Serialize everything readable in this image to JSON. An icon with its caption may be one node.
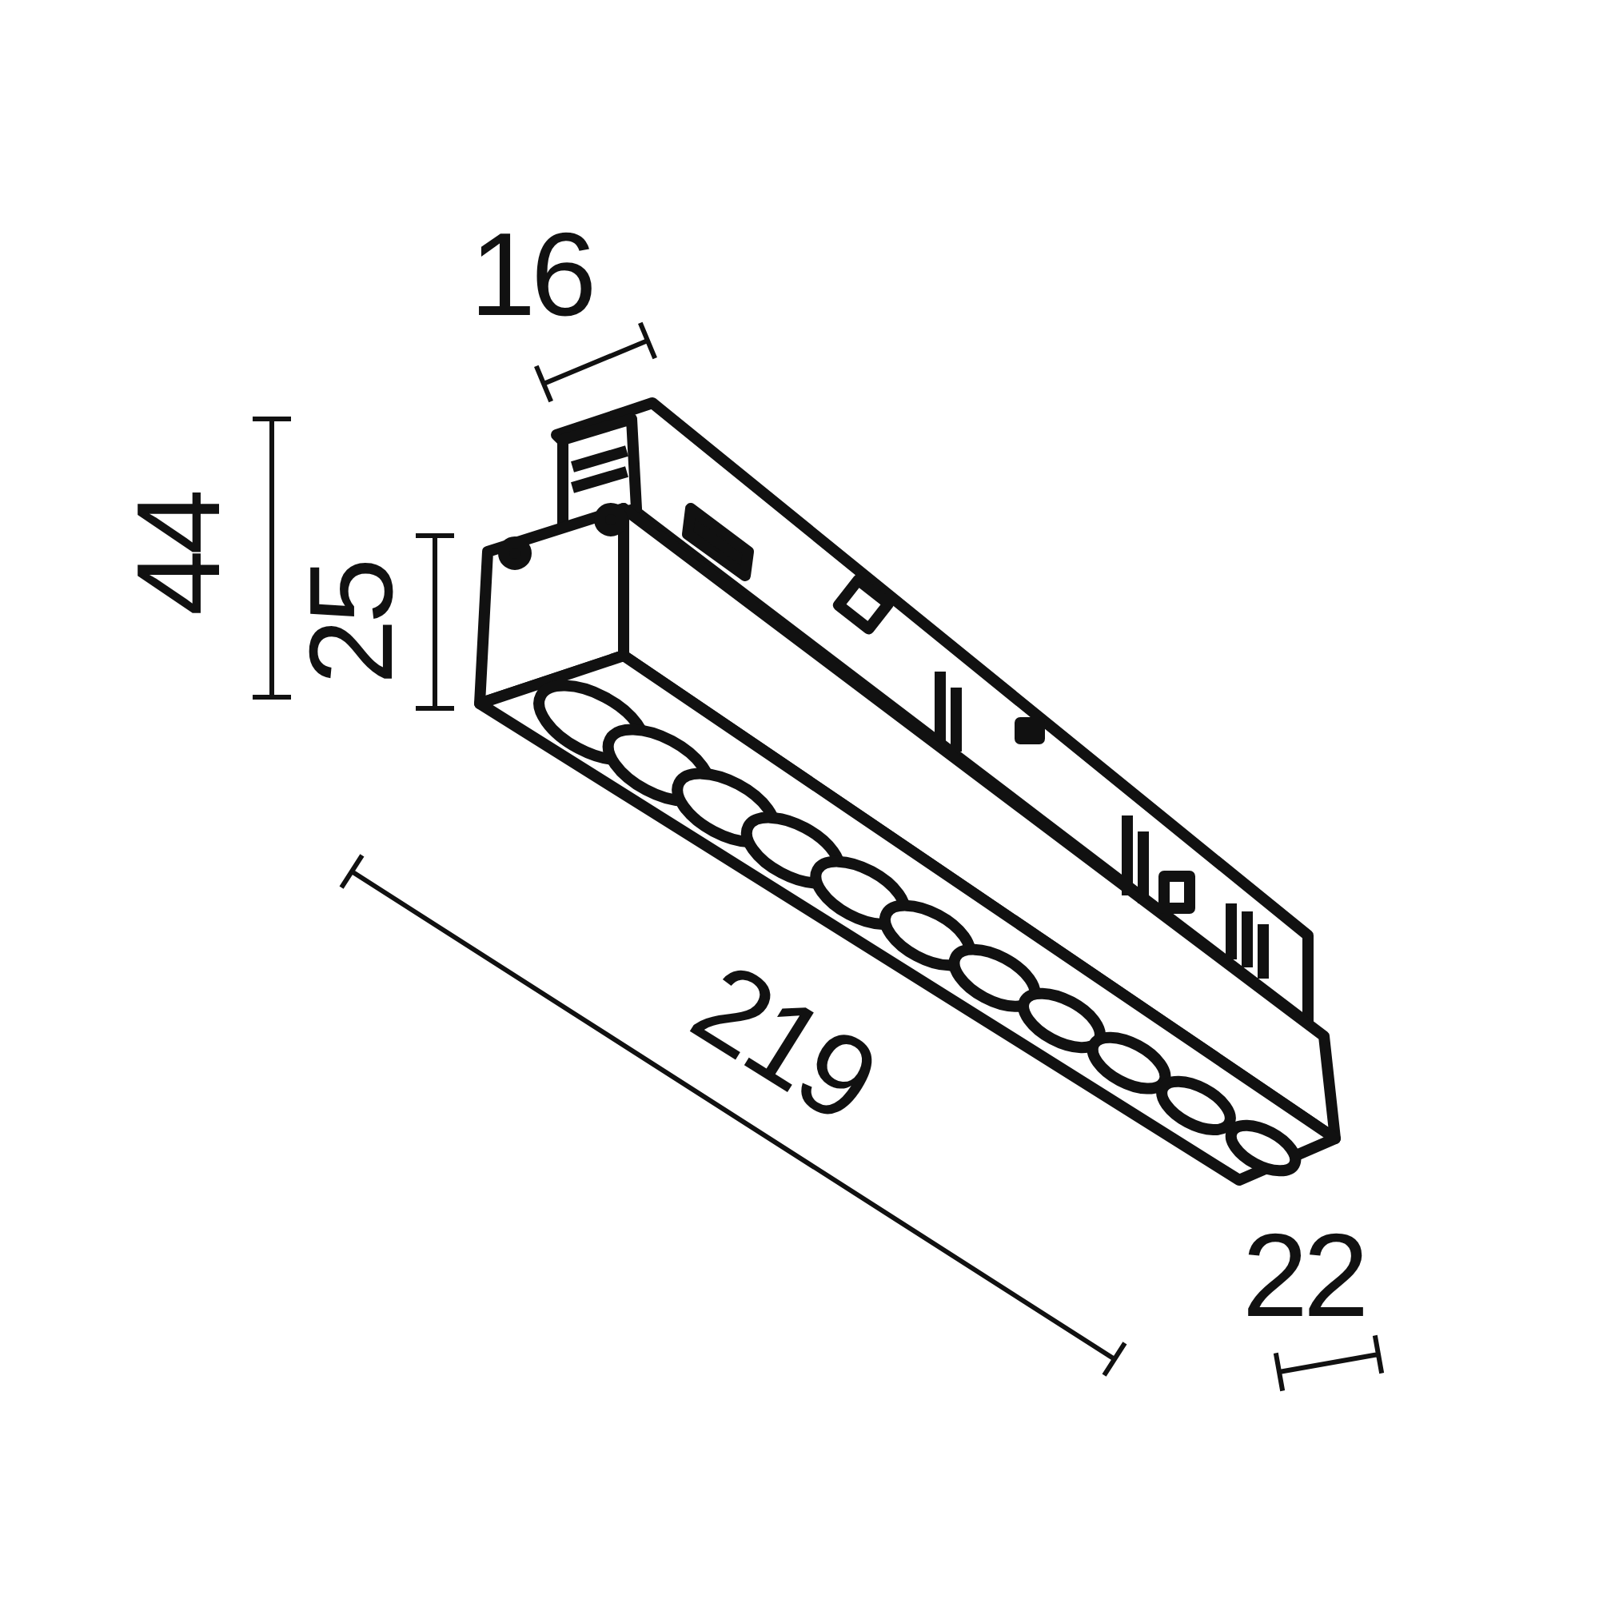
{
  "diagram": {
    "labels": [
      "16",
      "44",
      "25",
      "219",
      "22"
    ]
  }
}
